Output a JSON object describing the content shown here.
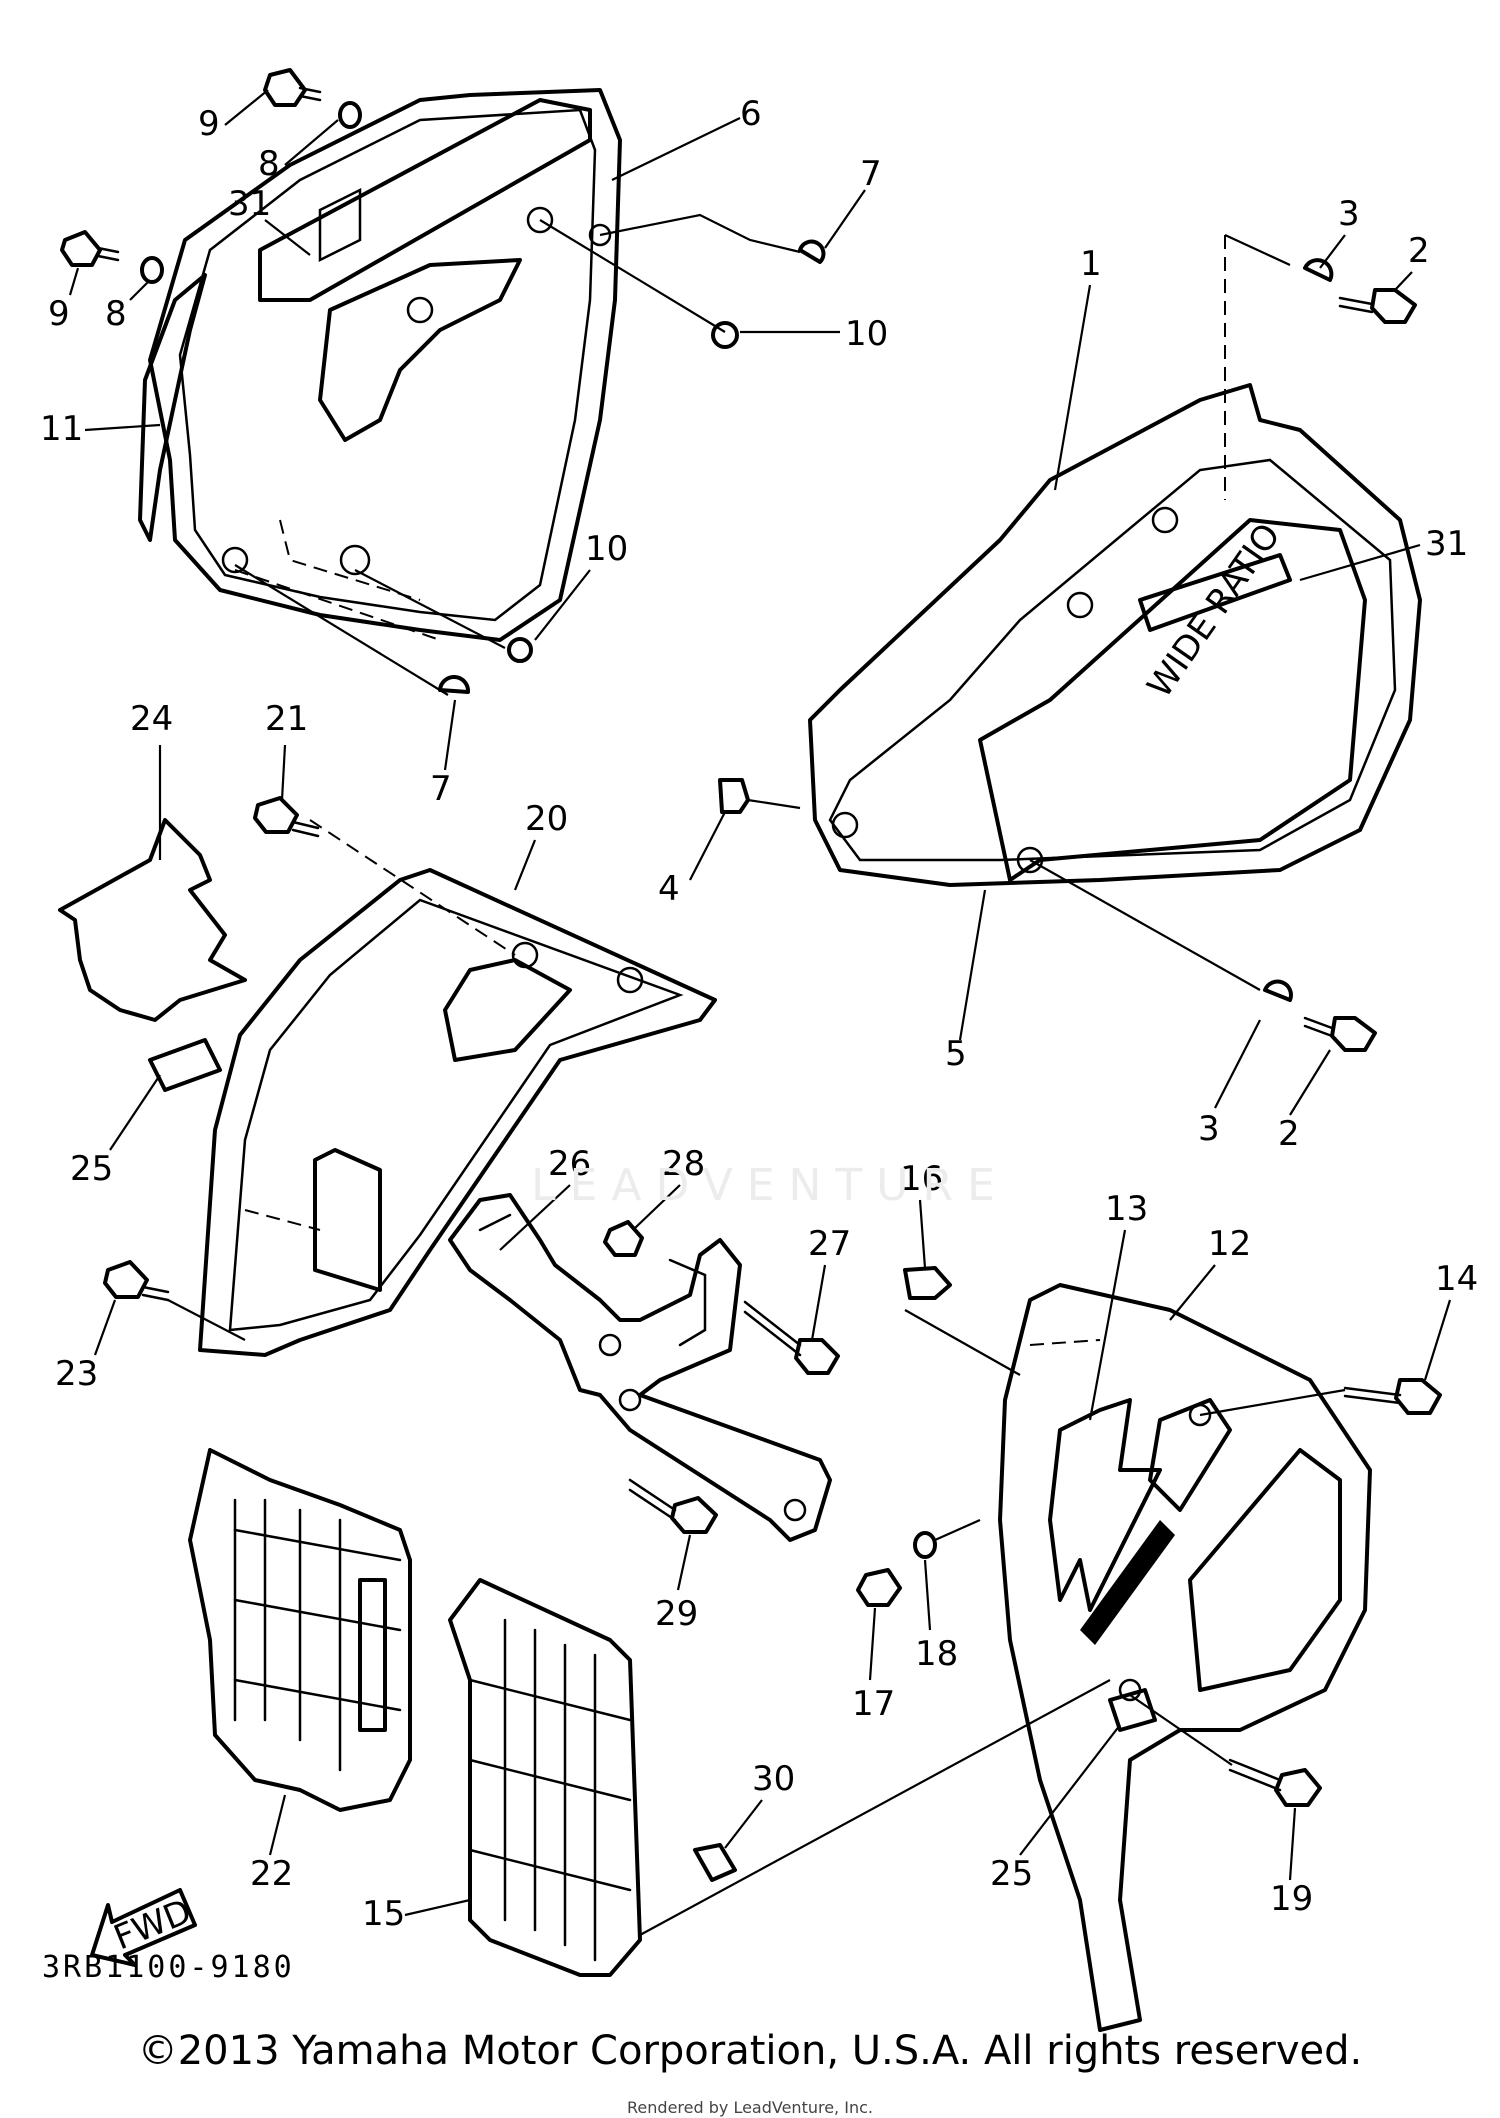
{
  "diagram": {
    "code": "3RB1100-9180",
    "watermark": "LEADVENTURE",
    "rendered_by": "Rendered by LeadVenture, Inc.",
    "copyright": "©2013 Yamaha Motor Corporation, U.S.A. All rights reserved.",
    "fwd_label": "FWD",
    "decal_text": "WIDE RATIO",
    "callouts": [
      "9",
      "8",
      "31",
      "6",
      "7",
      "9",
      "8",
      "10",
      "11",
      "10",
      "7",
      "3",
      "2",
      "1",
      "31",
      "4",
      "5",
      "3",
      "2",
      "24",
      "21",
      "20",
      "25",
      "23",
      "26",
      "28",
      "27",
      "16",
      "13",
      "12",
      "14",
      "22",
      "29",
      "18",
      "17",
      "15",
      "30",
      "25",
      "19"
    ]
  }
}
